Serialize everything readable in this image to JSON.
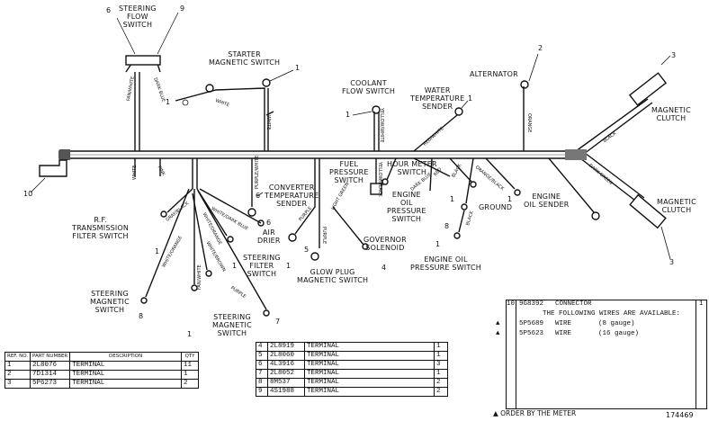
{
  "components": {
    "steering_flow_switch": "STEERING\nFLOW\nSWITCH",
    "starter_magnetic_switch": "STARTER\nMAGNETIC SWITCH",
    "coolant_flow_switch": "COOLANT\nFLOW SWITCH",
    "water_temp_sender": "WATER\nTEMPERATURE\nSENDER",
    "alternator": "ALTERNATOR",
    "magnetic_clutch_top": "MAGNETIC\nCLUTCH",
    "magnetic_clutch_bottom": "MAGNETIC\nCLUTCH",
    "fuel_pressure_switch": "FUEL\nPRESSURE\nSWITCH",
    "hour_meter_switch": "HOUR METER\nSWITCH",
    "engine_oil_pressure_switch_1": "ENGINE\nOIL\nPRESSURE\nSWITCH",
    "ground": "GROUND",
    "engine_oil_sender": "ENGINE\nOIL SENDER",
    "converter_temp_sender": "CONVERTER\nTEMPERATURE\nSENDER",
    "air_drier": "AIR\nDRIER",
    "rf_transmission_filter_switch": "R.F.\nTRANSMISSION\nFILTER SWITCH",
    "steering_filter_switch": "STEERING\nFILTER\nSWITCH",
    "governor_solenoid": "GOVERNOR\nSOLENOID",
    "engine_oil_pressure_switch_2": "ENGINE OIL\nPRESSURE SWITCH",
    "glow_plug_magnetic_switch": "GLOW PLUG\nMAGNETIC SWITCH",
    "steering_magnetic_switch_left": "STEERING\nMAGNETIC\nSWITCH",
    "steering_magnetic_switch_bottom": "STEERING\nMAGNETIC\nSWITCH"
  },
  "wire_labels": {
    "fan_white": "FAN/WHITE",
    "dark_blue": "DARK BLUE",
    "white_starter": "WHITE",
    "white_starter2": "WHITE",
    "yellow_white": "YELLOW/WHITE",
    "white_trunk": "WHITE",
    "pink": "PINK",
    "red_white": "RED/WHITE",
    "orange": "ORANGE",
    "black": "BLACK",
    "dark_green": "DARK GREEN",
    "yellow_black": "YELLOW/BLACK",
    "dark_blue2": "DARK BLUE",
    "red": "RED",
    "black2": "BLACK",
    "orange_black": "ORANGE/BLACK",
    "black3": "BLACK",
    "purple_white": "PURPLE/WHITE",
    "purple": "PURPLE",
    "light_green": "LIGHT GREEN",
    "purple2": "PURPLE",
    "gray_black": "GRAY/BLACK",
    "white_dark_blue": "WHITE/DARK BLUE",
    "white_orange": "WHITE/ORANGE",
    "white_brown": "WHITE/BROWN",
    "white_orange2": "WHITE/ORANGE",
    "fan_white2": "FAN/WHITE",
    "purple3": "PURPLE"
  },
  "callouts": {
    "c6": "6",
    "c9": "9",
    "c1_starter": "1",
    "c1_starter_b": "1",
    "c1_coolant": "1",
    "c1_water": "1",
    "c2_alt": "2",
    "c3_clutch_top": "3",
    "c3_clutch_bot": "3",
    "c10": "10",
    "c1_fuel": "1",
    "c1_hour": "1",
    "c8_oil": "8",
    "c1_oil2": "1",
    "c6_conv": "6",
    "c1_rf": "1",
    "c6_air": "6",
    "c1_steer_filter": "1",
    "c1_air": "1",
    "c5_glow": "5",
    "c4_gov": "4",
    "c8_steer": "8",
    "c1_steer_bot": "1",
    "c7": "7",
    "c1_ground": "1"
  },
  "parts_table_left": {
    "headers": [
      "REF. NO.",
      "PART NUMBER",
      "DESCRIPTION",
      "QTY"
    ],
    "rows": [
      {
        "ref": "1",
        "part": "2L8076",
        "desc": "TERMINAL",
        "qty": "11"
      },
      {
        "ref": "2",
        "part": "7D1314",
        "desc": "TERMINAL",
        "qty": "1"
      },
      {
        "ref": "3",
        "part": "5P6273",
        "desc": "TERMINAL",
        "qty": "2"
      }
    ]
  },
  "parts_table_mid": {
    "rows": [
      {
        "ref": "4",
        "part": "2L8919",
        "desc": "TERMINAL",
        "qty": "1"
      },
      {
        "ref": "5",
        "part": "2L8060",
        "desc": "TERMINAL",
        "qty": "1"
      },
      {
        "ref": "6",
        "part": "4L3916",
        "desc": "TERMINAL",
        "qty": "3"
      },
      {
        "ref": "7",
        "part": "2L8052",
        "desc": "TERMINAL",
        "qty": "1"
      },
      {
        "ref": "8",
        "part": "8M537",
        "desc": "TERMINAL",
        "qty": "2"
      },
      {
        "ref": "9",
        "part": "4S1988",
        "desc": "TERMINAL",
        "qty": "2"
      }
    ]
  },
  "connector_table": {
    "ref": "10",
    "part": "9G8392",
    "desc": "CONNECTOR",
    "qty": "1",
    "note": "THE FOLLOWING WIRES ARE AVAILABLE:",
    "wires": [
      {
        "mark": "▲",
        "part": "5P5689",
        "desc": "WIRE",
        "gauge": "(8 gauge)"
      },
      {
        "mark": "▲",
        "part": "5P5623",
        "desc": "WIRE",
        "gauge": "(16 gauge)"
      }
    ],
    "footnote": "▲ ORDER BY THE METER"
  },
  "drawing_number": "174469"
}
